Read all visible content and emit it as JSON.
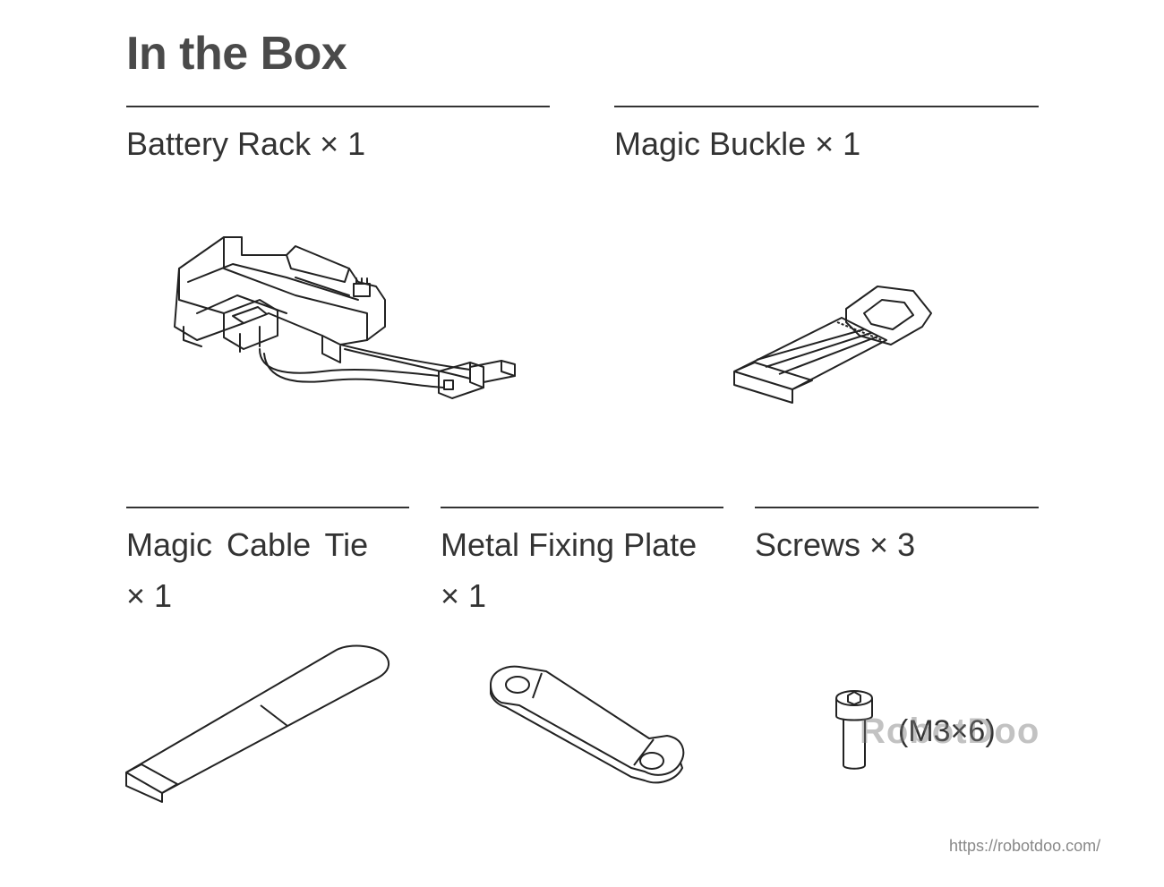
{
  "title": "In the Box",
  "items": [
    {
      "name": "Battery Rack",
      "qty": "× 1"
    },
    {
      "name": "Magic Buckle",
      "qty": "× 1"
    },
    {
      "name": "Magic Cable Tie",
      "qty": "× 1"
    },
    {
      "name": "Metal Fixing Plate",
      "qty": "× 1"
    },
    {
      "name": "Screws",
      "qty": "× 3",
      "spec": "(M3×6)"
    }
  ],
  "watermark": "RobotDoo",
  "url": "https://robotdoo.com/"
}
